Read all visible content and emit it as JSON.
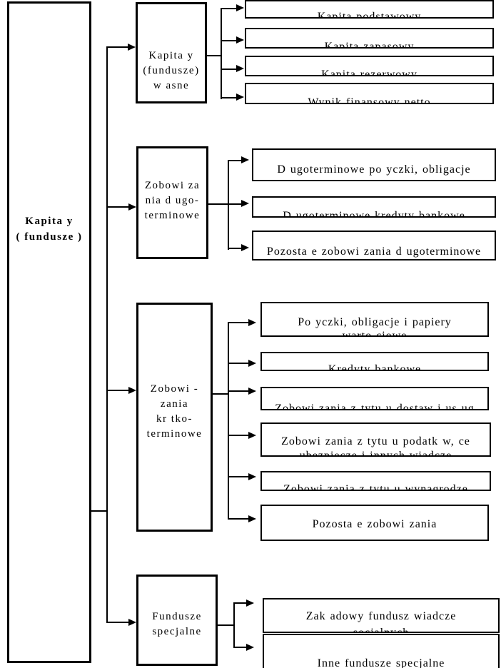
{
  "diagram": {
    "root": {
      "lines": [
        "Kapita y",
        "( fundusze )"
      ]
    },
    "sections": [
      {
        "id": "kapitaly-wlasne",
        "node_lines": [
          "Kapita y",
          "(fundusze)",
          "w asne"
        ],
        "leaves": [
          {
            "lines": [
              "Kapita  podstawowy"
            ]
          },
          {
            "lines": [
              "Kapita  zapasowy"
            ]
          },
          {
            "lines": [
              "Kapita  rezerwowy"
            ]
          },
          {
            "lines": [
              "Wynik finansowy netto"
            ]
          }
        ]
      },
      {
        "id": "zobowiazania-dlugoterminowe",
        "node_lines": [
          "Zobowi za",
          "nia d ugo-",
          "terminowe"
        ],
        "leaves": [
          {
            "lines": [
              "D ugoterminowe po yczki, obligacje"
            ]
          },
          {
            "lines": [
              "D ugoterminowe kredyty bankowe"
            ]
          },
          {
            "lines": [
              "Pozosta e zobowi zania d ugoterminowe"
            ]
          }
        ]
      },
      {
        "id": "zobowiazania-krotkoterminowe",
        "node_lines": [
          "Zobowi -",
          "zania",
          "kr tko-",
          "terminowe"
        ],
        "leaves": [
          {
            "lines": [
              "Po yczki, obligacje i papiery",
              "warto ciowe"
            ]
          },
          {
            "lines": [
              "Kredyty bankowe"
            ]
          },
          {
            "lines": [
              "Zobowi zania z tytu u dostaw i us ug"
            ]
          },
          {
            "lines": [
              "Zobowi zania z tytu u podatk w, ce ",
              "ubezpiecze  i innych  wiadcze "
            ]
          },
          {
            "lines": [
              "Zobowi zania z tytu u wynagrodze "
            ]
          },
          {
            "lines": [
              "Pozosta e zobowi zania"
            ]
          }
        ]
      },
      {
        "id": "fundusze-specjalne",
        "node_lines": [
          "Fundusze",
          "specjalne"
        ],
        "leaves": [
          {
            "lines": [
              "Zak adowy fundusz  wiadcze ",
              "socjalnych"
            ]
          },
          {
            "lines": [
              "Inne fundusze specjalne"
            ]
          }
        ]
      }
    ]
  }
}
